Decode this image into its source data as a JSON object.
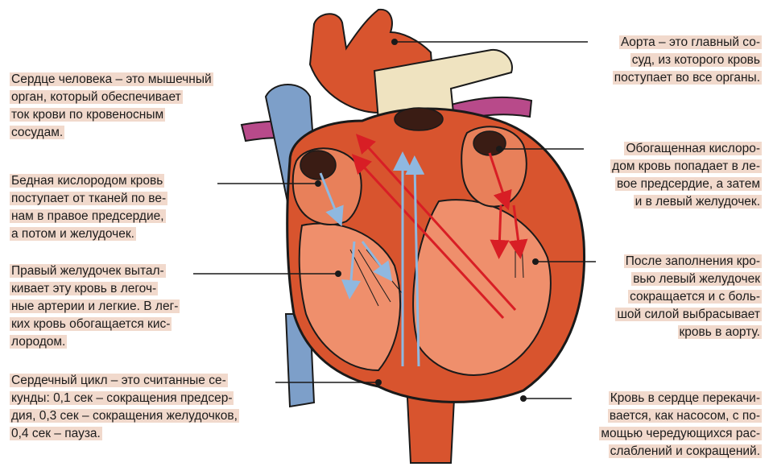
{
  "captions": {
    "left_1": [
      "Сердце человека – это мышечный",
      "орган, который обеспечивает",
      "ток крови по кровеносным",
      "сосудам."
    ],
    "left_2": [
      "Бедная кислородом кровь",
      "поступает от тканей по ве-",
      "нам в правое предсердие,",
      "а потом и желудочек."
    ],
    "left_3": [
      "Правый желудочек вытал-",
      "кивает эту кровь в легоч-",
      "ные артерии и легкие. В лег-",
      "ких кровь обогащается кис-",
      "лородом."
    ],
    "left_4": [
      "Сердечный цикл – это считанные се-",
      "кунды: 0,1 сек – сокращения предсер-",
      "дия, 0,3 сек – сокращения желудочков,",
      "0,4 сек – пауза."
    ],
    "right_1": [
      "Аорта – это главный со-",
      "суд, из которого кровь",
      "поступает во все органы."
    ],
    "right_2": [
      "Обогащенная кислоро-",
      "дом кровь попадает в ле-",
      "вое предсердие, а затем",
      "и в левый желудочек."
    ],
    "right_3": [
      "После заполнения кро-",
      "вью левый желудочек",
      "сокращается и с боль-",
      "шой силой выбрасывает",
      "кровь в аорту."
    ],
    "right_4": [
      "Кровь в сердце перекачи-",
      "вается, как насосом, с по-",
      "мощью чередующихся рас-",
      "слаблений и сокращений."
    ]
  },
  "colors": {
    "caption_bg": "#f1d9cc",
    "heart_outer": "#d8542e",
    "heart_inner": "#ef8f6c",
    "chamber": "#e8805a",
    "vein": "#7d9fc9",
    "pulmonary": "#b84a8a",
    "aorta_branch": "#efe3c0",
    "arrow_red": "#d81e25",
    "arrow_blue": "#8fb8e0",
    "outline": "#1a1a1a"
  }
}
